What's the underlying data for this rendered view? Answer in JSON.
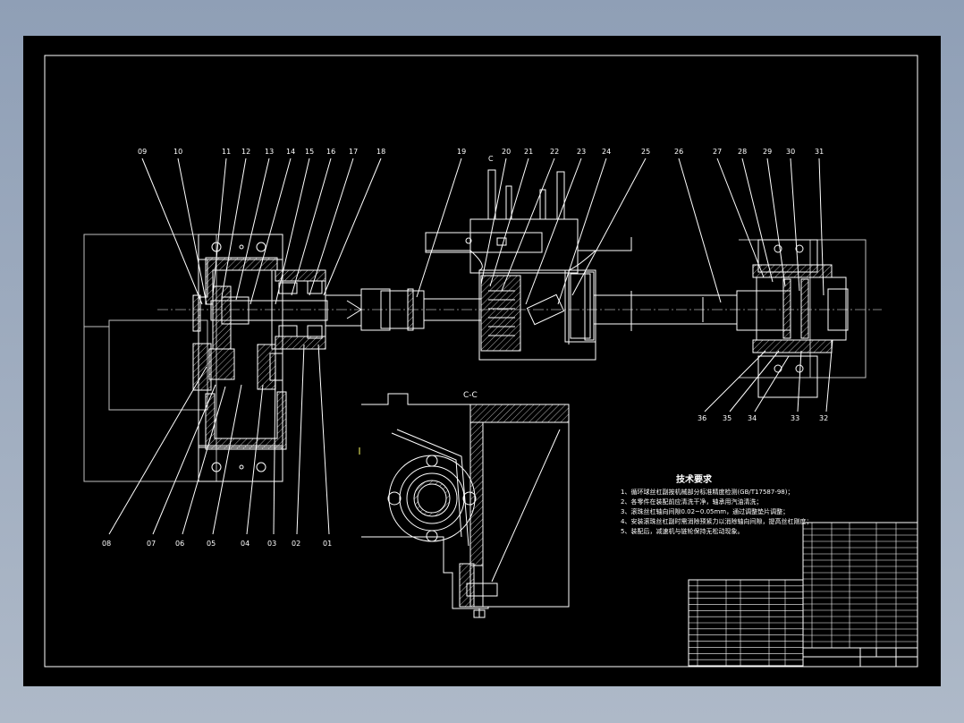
{
  "drawing": {
    "callouts_top": [
      "09",
      "10",
      "11",
      "12",
      "13",
      "14",
      "15",
      "16",
      "17",
      "18",
      "19",
      "20",
      "21",
      "22",
      "23",
      "24",
      "25",
      "26",
      "27",
      "28",
      "29",
      "30",
      "31"
    ],
    "callouts_bottom_left": [
      "08",
      "07",
      "06",
      "05",
      "04",
      "03",
      "02",
      "01"
    ],
    "callouts_bottom_right": [
      "36",
      "35",
      "34",
      "33",
      "32"
    ],
    "section_label": "C-C",
    "section_mark": "C",
    "tech_req": {
      "title": "技术要求",
      "items": [
        "1、循环球丝杠副按机械部分标准精度检测(GB/T17587-98)；",
        "2、各零件在装配前应清洗干净，轴承用汽油清洗；",
        "3、滚珠丝杠轴向间隙0.02~0.05mm，通过调整垫片调整；",
        "4、安装滚珠丝杠副时需消除预紧力以消除轴向间隙，提高丝杠刚度；",
        "5、装配后，减速机与链轮保持无松动现象。"
      ]
    },
    "colors": {
      "background": "#000000",
      "frame": "#ffffff",
      "linework": "#ffffff",
      "dimension": "#ffff66",
      "outer": "#8f9fb6"
    }
  }
}
